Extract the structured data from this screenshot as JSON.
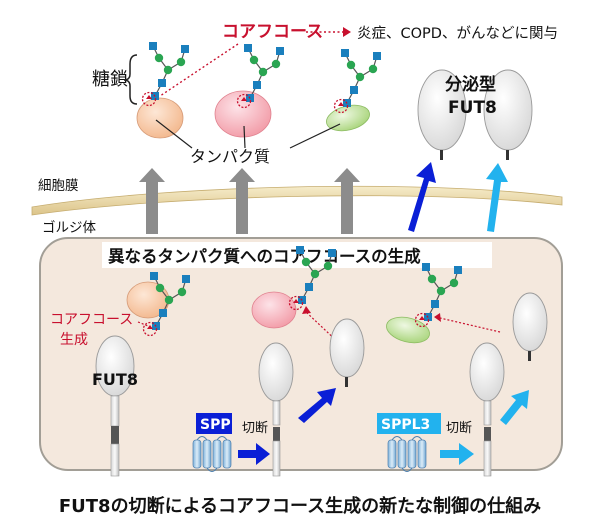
{
  "labels": {
    "core_fucose_top": "コアフコース",
    "associated_with": "炎症、COPD、がんなどに関与",
    "glycan": "糖鎖",
    "protein": "タンパク質",
    "secreted_fut8_line1": "分泌型",
    "secreted_fut8_line2": "FUT8",
    "cell_membrane": "細胞膜",
    "golgi": "ゴルジ体",
    "golgi_title": "異なるタンパク質へのコアフコースの生成",
    "core_fucose_gen_line1": "コアフコース",
    "core_fucose_gen_line2": "生成",
    "fut8": "FUT8",
    "spp": "SPP",
    "sppl3": "SPPL3",
    "cleavage_1": "切断",
    "cleavage_2": "切断",
    "caption": "FUT8の切断によるコアフコース生成の新たな制御の仕組み"
  },
  "colors": {
    "core_fucose_text": "#c8102e",
    "spp_box": "#0a1fd6",
    "sppl3_box": "#22b2ee",
    "blue_arrow": "#0a1fd6",
    "cyan_arrow": "#22b2ee",
    "gray_arrow": "#8c8c8c",
    "golgi_fill": "#f4e8dd",
    "golgi_stroke": "#a29e96",
    "membrane": "#ead9a8",
    "protein_orange": "#f3b78c",
    "protein_pink": "#f29aa6",
    "protein_green": "#a8d47a",
    "sugar_green": "#2aa552",
    "sugar_blue": "#1a7fbd"
  }
}
